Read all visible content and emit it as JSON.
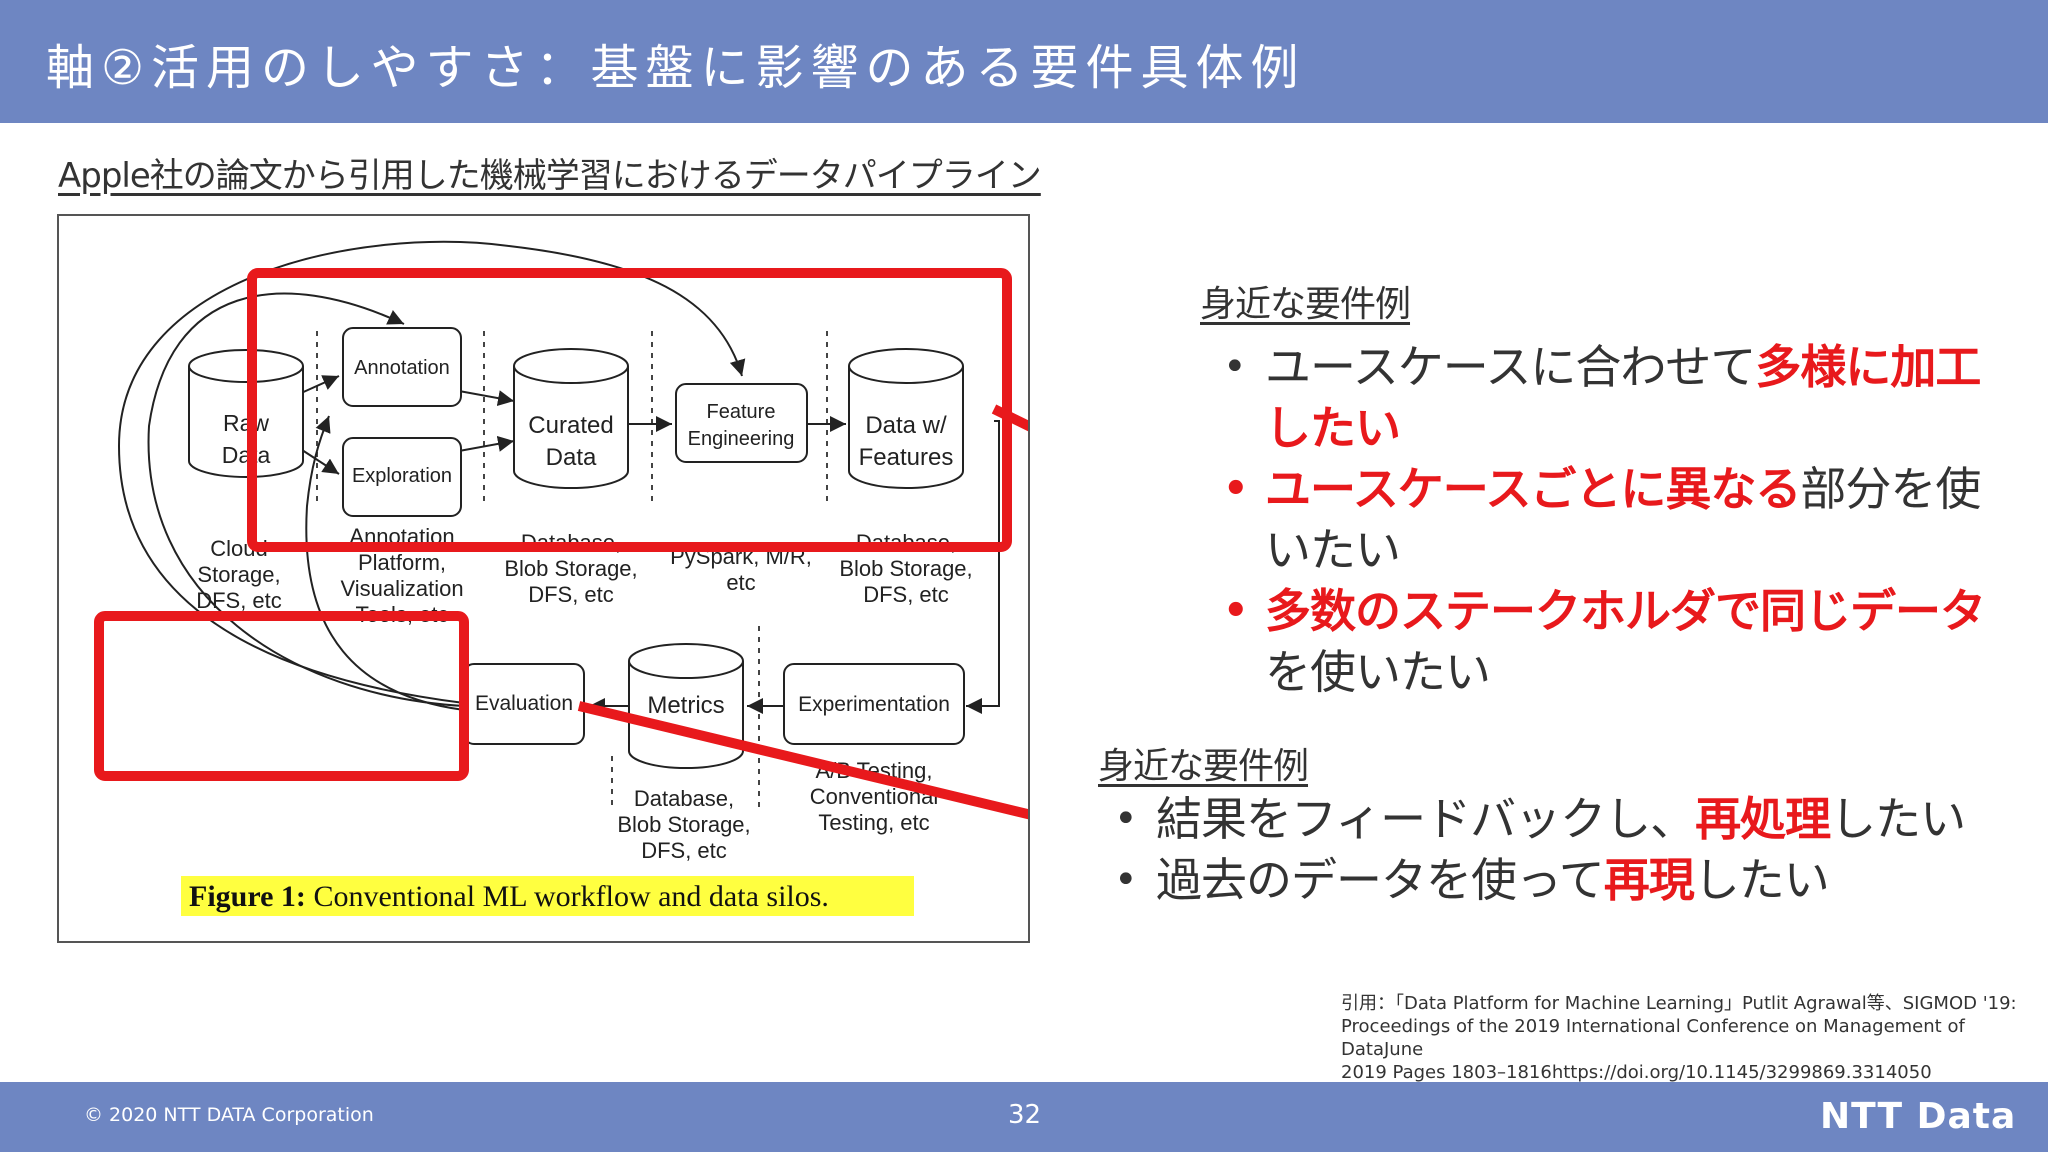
{
  "header": {
    "title": "軸②活用のしやすさ：基盤に影響のある要件具体例"
  },
  "subtitle": "Apple社の論文から引用した機械学習におけるデータパイプライン",
  "figure": {
    "nodes": {
      "raw_data": [
        "Raw",
        "Data"
      ],
      "annotation": "Annotation",
      "exploration": "Exploration",
      "curated_data": [
        "Curated",
        "Data"
      ],
      "feature_engineering": [
        "Feature",
        "Engineering"
      ],
      "data_w_features": [
        "Data w/",
        "Features"
      ],
      "evaluation": "Evaluation",
      "metrics": "Metrics",
      "experimentation": "Experimentation"
    },
    "silo_labels": {
      "raw": [
        "Cloud",
        "Storage,",
        "DFS, etc"
      ],
      "annotation": [
        "Annotation",
        "Platform,",
        "Visualization",
        "Tools, etc"
      ],
      "curated": [
        "Database,",
        "Blob Storage,",
        "DFS, etc"
      ],
      "feature": [
        "PySpark, M/R,",
        "etc"
      ],
      "features_store": [
        "Database,",
        "Blob Storage,",
        "DFS, etc"
      ],
      "metrics": [
        "Database,",
        "Blob Storage,",
        "DFS, etc"
      ],
      "experimentation": [
        "A/B Testing,",
        "Conventional",
        "Testing, etc"
      ]
    },
    "caption_bold": "Figure 1:",
    "caption_text": " Conventional ML workflow and data silos."
  },
  "section1": {
    "label": "身近な要件例",
    "bullets": [
      {
        "dot": "•",
        "parts": [
          {
            "t": "ユースケースに合わせて",
            "red": false
          },
          {
            "t": "多様に",
            "red": true
          },
          {
            "t": "加工したい",
            "red": true
          }
        ]
      },
      {
        "dot": "•",
        "parts": [
          {
            "t": "ユースケースごとに異なる",
            "red": true
          },
          {
            "t": "部分を",
            "red": false
          },
          {
            "t": "使いたい",
            "red": false
          }
        ]
      },
      {
        "dot": "•",
        "parts": [
          {
            "t": "多数のステークホルダで",
            "red": true
          },
          {
            "t": "同じデータ",
            "red": true
          },
          {
            "t": "を使いたい",
            "red": false
          }
        ]
      }
    ]
  },
  "section2": {
    "label": "身近な要件例",
    "bullets": [
      {
        "dot": "•",
        "parts": [
          {
            "t": "結果をフィードバックし、",
            "red": false
          },
          {
            "t": "再処理",
            "red": true
          },
          {
            "t": "したい",
            "red": false
          }
        ]
      },
      {
        "dot": "•",
        "parts": [
          {
            "t": "過去のデータを使って",
            "red": false
          },
          {
            "t": "再現",
            "red": true
          },
          {
            "t": "したい",
            "red": false
          }
        ]
      }
    ]
  },
  "citation": [
    "引用：「Data Platform for Machine Learning」Putlit Agrawal等、SIGMOD '19:",
    "Proceedings of the 2019 International Conference on Management of DataJune",
    "2019 Pages 1803–1816https://doi.org/10.1145/3299869.3314050"
  ],
  "footer": {
    "copyright": "© 2020 NTT DATA Corporation",
    "page": "32",
    "logo": "NTT Data"
  },
  "colors": {
    "header": "#6e86c2",
    "accent_red": "#e8191c",
    "highlight": "#ffff40"
  }
}
